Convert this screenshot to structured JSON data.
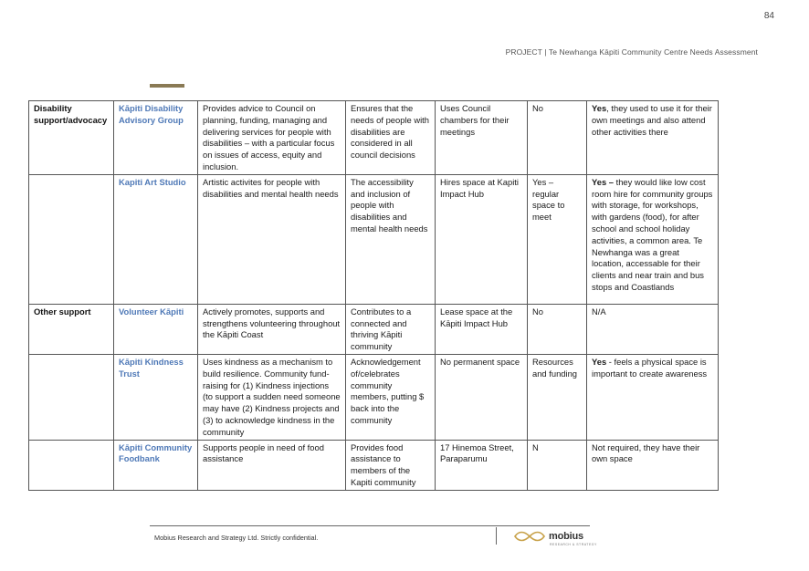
{
  "header": {
    "page_number": "84",
    "running_title": "PROJECT | Te Newhanga Kāpiti Community Centre Needs Assessment"
  },
  "table": {
    "rows": [
      {
        "category": "Disability support/advocacy",
        "organisation": "Kāpiti Disability Advisory Group",
        "description": "Provides advice to Council on planning, funding, managing and delivering services for people with disabilities – with a particular focus on issues of access, equity and inclusion.",
        "outcomes": "Ensures that the needs of people with disabilities are considered in all council decisions",
        "current_space": "Uses Council chambers for their meetings",
        "space_needs": "No",
        "interest_lead": "Yes",
        "interest_rest": ", they used to use it for their own meetings and also attend other activities there"
      },
      {
        "category": "",
        "organisation": "Kapiti Art Studio",
        "description": "Artistic activites for people with disabilities and mental health needs",
        "outcomes": "The accessibility and inclusion of people with disabilities and mental health needs",
        "current_space": "Hires space at Kapiti Impact Hub",
        "space_needs": "Yes – regular space to meet",
        "interest_lead": "Yes –",
        "interest_rest": " they would like low cost room hire for community groups with storage, for workshops, with gardens (food), for after school and school holiday activities, a common area.  Te Newhanga was a great location, accessable for their clients and near train and bus stops and Coastlands"
      },
      {
        "category": "Other support",
        "organisation": "Volunteer Kāpiti",
        "description": "Actively promotes, supports and strengthens volunteering throughout the Kāpiti Coast",
        "outcomes": "Contributes to a connected and thriving Kāpiti community",
        "current_space": "Lease space at the Kāpiti Impact Hub",
        "space_needs": "No",
        "interest_lead": "",
        "interest_rest": "N/A"
      },
      {
        "category": "",
        "organisation": "Kāpiti Kindness Trust",
        "description": "Uses kindness as a mechanism to build resilience.  Community fund-raising for (1) Kindness injections (to support a sudden need someone may have (2) Kindness projects and (3) to acknowledge kindness in the community",
        "outcomes": "Acknowledgement of/celebrates community members, putting $ back into the community",
        "current_space": "No permanent space",
        "space_needs": "Resources and funding",
        "interest_lead": "Yes",
        "interest_rest": " - feels a physical space is important to create awareness"
      },
      {
        "category": "",
        "organisation": "Kāpiti Community Foodbank",
        "description": "Supports people in need of food assistance",
        "outcomes": "Provides food assistance to members of the Kapiti community",
        "current_space": "17 Hinemoa Street, Paraparumu",
        "space_needs": "N",
        "interest_lead": "",
        "interest_rest": "Not required, they have their own space"
      }
    ]
  },
  "footer": {
    "text": "Mobius Research and Strategy Ltd.  Strictly confidential.",
    "logo_text": "mobius",
    "logo_subtext": "RESEARCH & STRATEGY",
    "logo_icon": "mobius-loop-icon",
    "logo_color": "#c8a24a"
  }
}
